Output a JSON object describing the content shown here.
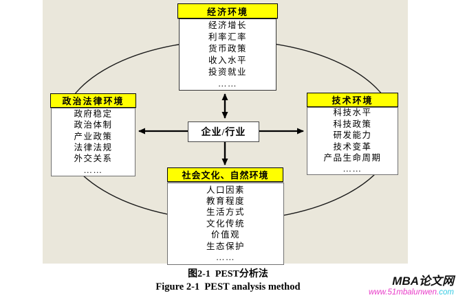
{
  "figure": {
    "caption_zh": "图2-1  PEST分析法",
    "caption_en": "Figure 2-1  PEST analysis method"
  },
  "diagram": {
    "center": {
      "label": "企业/行业"
    },
    "top": {
      "title": "经济环境",
      "items": [
        "经济增长",
        "利率汇率",
        "货币政策",
        "收入水平",
        "投资就业",
        "……"
      ]
    },
    "left": {
      "title": "政治法律环境",
      "items": [
        "政府稳定",
        "政治体制",
        "产业政策",
        "法律法规",
        "外交关系",
        "……"
      ]
    },
    "right": {
      "title": "技术环境",
      "items": [
        "科技水平",
        "科技政策",
        "研发能力",
        "技术变革",
        "产品生命周期",
        "……"
      ]
    },
    "bottom": {
      "title": "社会文化、自然环境",
      "items": [
        "人口因素",
        "教育程度",
        "生活方式",
        "文化传统",
        "价值观",
        "生态保护",
        "……"
      ]
    }
  },
  "watermark": {
    "site_name": "MBA论文网",
    "url_main": "www.51mbalunwen.",
    "url_tld": "com"
  },
  "colors": {
    "header_bg": "#FFFF00",
    "canvas_bg": "#EAE7DB",
    "line_color": "#000000",
    "url_pink": "#E83AC8",
    "url_cyan": "#35CBE3"
  }
}
